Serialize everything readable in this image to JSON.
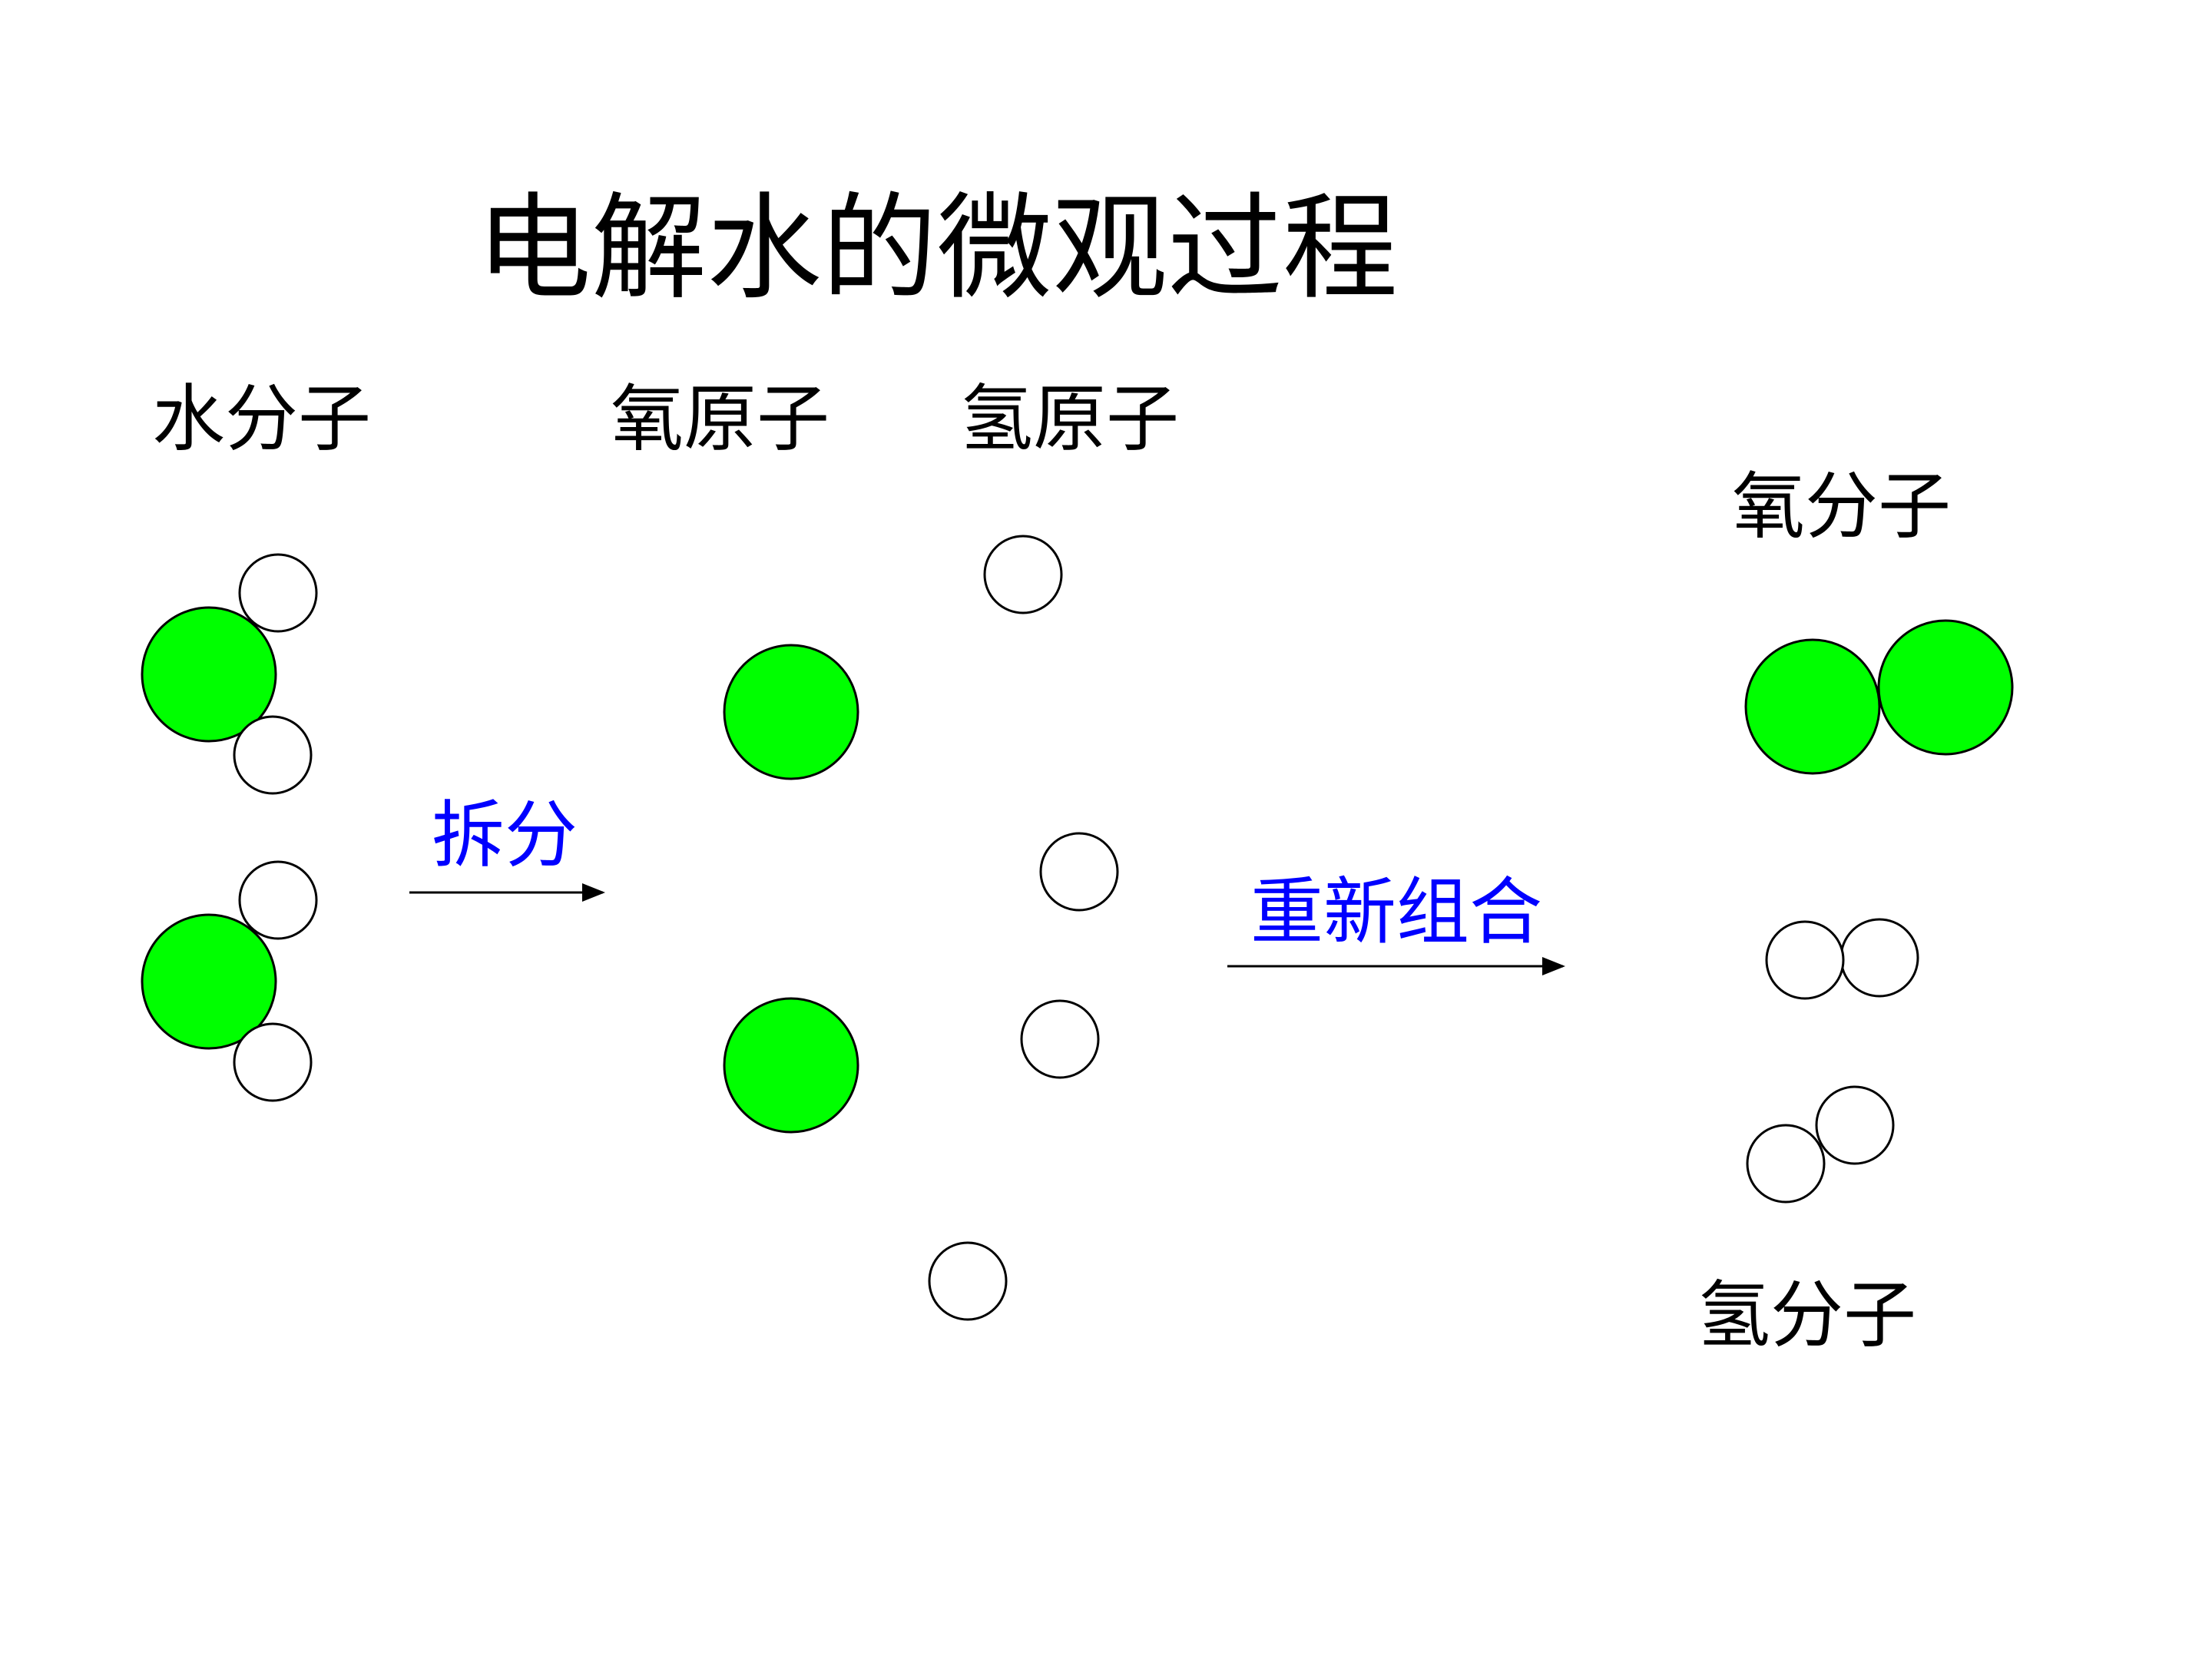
{
  "title": "电解水的微观过程",
  "labels": {
    "water_molecule": "水分子",
    "oxygen_atom": "氧原子",
    "hydrogen_atom": "氢原子",
    "oxygen_molecule": "氧分子",
    "hydrogen_molecule": "氢分子"
  },
  "steps": {
    "split": "拆分",
    "recombine": "重新组合"
  },
  "colors": {
    "oxygen_fill": "#00ff00",
    "hydrogen_fill": "#ffffff",
    "outline": "#000000",
    "step_text": "#0000ff",
    "text": "#000000"
  }
}
